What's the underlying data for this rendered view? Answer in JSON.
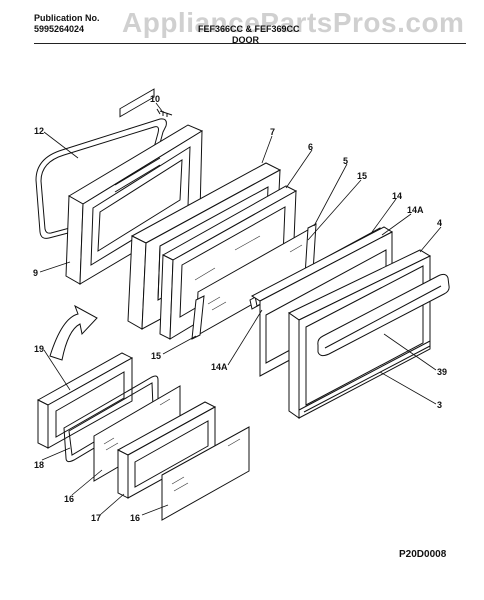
{
  "header": {
    "publication_label": "Publication No.",
    "publication_number": "5995264024",
    "model_line": "FEF366CC & FEF369CC",
    "section_title": "DOOR"
  },
  "watermark": "AppliancePartsPros.com",
  "diagram_number": "P20D0008",
  "callouts": {
    "c10": "10",
    "c12": "12",
    "c7": "7",
    "c6": "6",
    "c5": "5",
    "c15_top": "15",
    "c14": "14",
    "c14a_top": "14A",
    "c4": "4",
    "c9": "9",
    "c15_bottom": "15",
    "c14a_bottom": "14A",
    "c39": "39",
    "c3": "3",
    "c19": "19",
    "c18": "18",
    "c16_left": "16",
    "c17": "17",
    "c16_bottom": "16"
  }
}
